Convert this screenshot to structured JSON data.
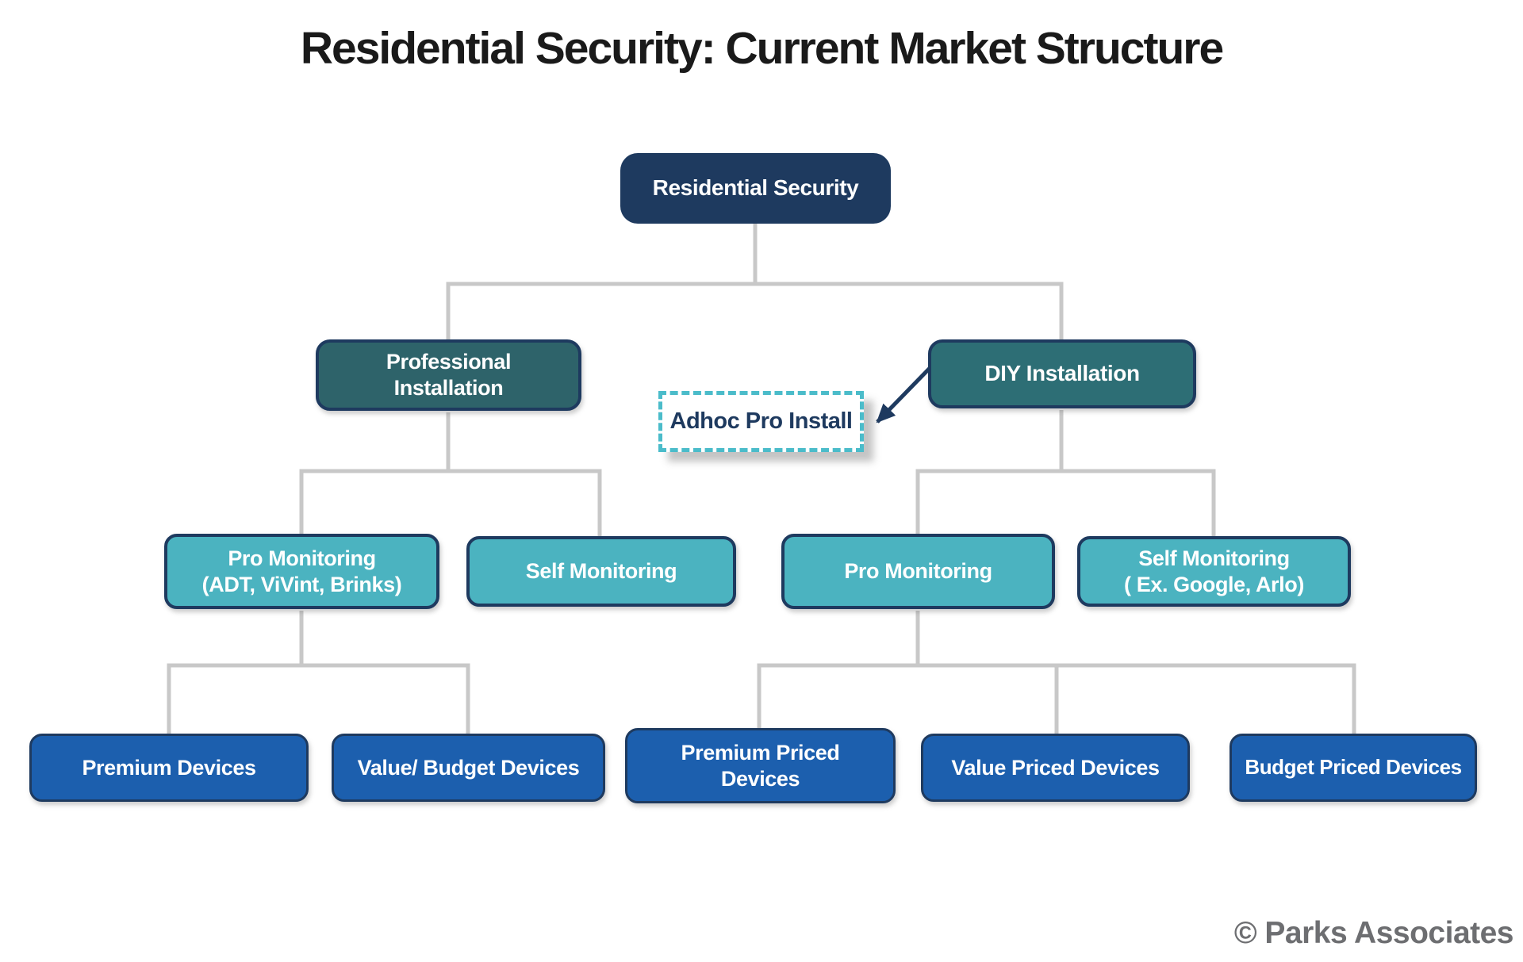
{
  "header": {
    "title": "Residential Security: Current Market Structure"
  },
  "tree": {
    "label": "Residential Security",
    "children": [
      {
        "label": "Professional\nInstallation",
        "children": [
          {
            "label": "Pro Monitoring\n(ADT, ViVint, Brinks)",
            "children": [
              {
                "label": "Premium Devices"
              },
              {
                "label": "Value/ Budget Devices"
              }
            ]
          },
          {
            "label": "Self Monitoring"
          }
        ]
      },
      {
        "label": "DIY Installation",
        "annotation": {
          "label": "Adhoc Pro Install"
        },
        "children": [
          {
            "label": "Pro Monitoring",
            "children": [
              {
                "label": "Premium Priced\nDevices"
              },
              {
                "label": "Value Priced Devices"
              },
              {
                "label": "Budget Priced Devices"
              }
            ]
          },
          {
            "label": "Self Monitoring\n( Ex. Google, Arlo)"
          }
        ]
      }
    ]
  },
  "footer": {
    "credit": "© Parks Associates"
  },
  "colors": {
    "root_fill": "#1e3a5f",
    "professional_fill": "#2e636a",
    "diy_fill": "#2d6e75",
    "monitoring_fill": "#4bb3c0",
    "device_fill": "#1c5fae",
    "border_navy": "#1e3a5f",
    "adhoc_dash_teal": "#4bbcca",
    "adhoc_text_navy": "#1e3a5f",
    "connector_gray": "#c8c8c8",
    "arrow_navy": "#1e3a5f",
    "title_text": "#1a1a1a",
    "credit_gray": "#6d6e71"
  }
}
